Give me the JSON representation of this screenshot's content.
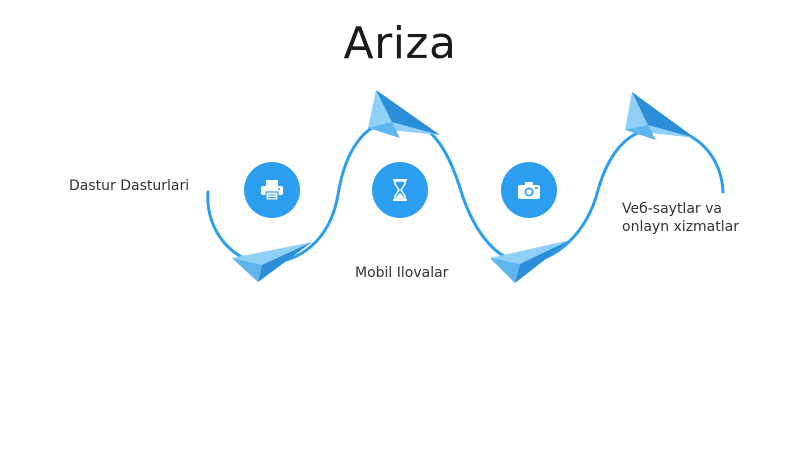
{
  "slide": {
    "title": "Ariza"
  },
  "steps": [
    {
      "label": "Dastur Dasturlari",
      "icon": "printer-icon"
    },
    {
      "label": "Mobil Ilovalar",
      "icon": "hourglass-icon"
    },
    {
      "label": "Veб-saytlar va onlayn xizmatlar",
      "icon": "camera-icon"
    }
  ],
  "colors": {
    "accent": "#2b9ef0",
    "plane_light": "#8fd0f7",
    "plane_dark": "#2a8fd8"
  }
}
